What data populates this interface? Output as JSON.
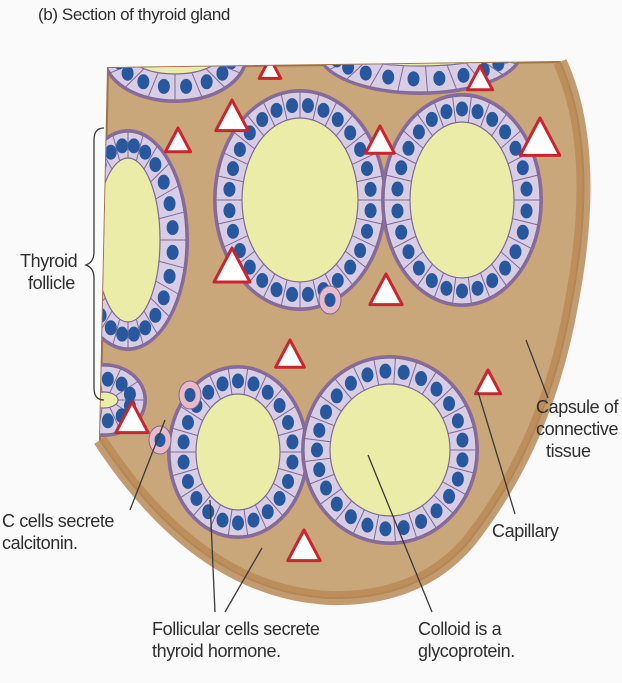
{
  "title": "(b) Section of thyroid gland",
  "labels": {
    "thyroid_follicle": [
      "Thyroid",
      "follicle"
    ],
    "capsule": [
      "Capsule of",
      "connective",
      "tissue"
    ],
    "capillary": [
      "Capillary"
    ],
    "c_cells": [
      "C cells secrete",
      "calcitonin."
    ],
    "follicular_cells": [
      "Follicular cells secrete",
      "thyroid hormone."
    ],
    "colloid": [
      "Colloid is a",
      "glycoprotein."
    ]
  },
  "colors": {
    "connective_tissue": "#c9a77a",
    "capsule": "#b98a57",
    "colloid": "#eaeca8",
    "cell_cytoplasm": "#d9cde6",
    "nucleus": "#27589e",
    "capillary": "#c8262e"
  }
}
